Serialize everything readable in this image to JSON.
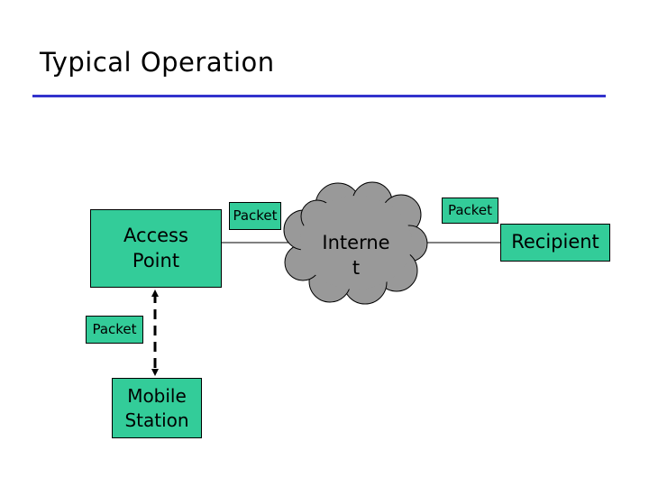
{
  "slide": {
    "title": "Typical Operation"
  },
  "diagram": {
    "access_point": "Access\nPoint",
    "mobile_station": "Mobile\nStation",
    "internet": "Interne\nt",
    "recipient": "Recipient",
    "packet_left": "Packet",
    "packet_mid": "Packet",
    "packet_right": "Packet"
  },
  "colors": {
    "box_fill": "#33cc99",
    "cloud_fill": "#999999",
    "title_rule": "#3333cc"
  }
}
